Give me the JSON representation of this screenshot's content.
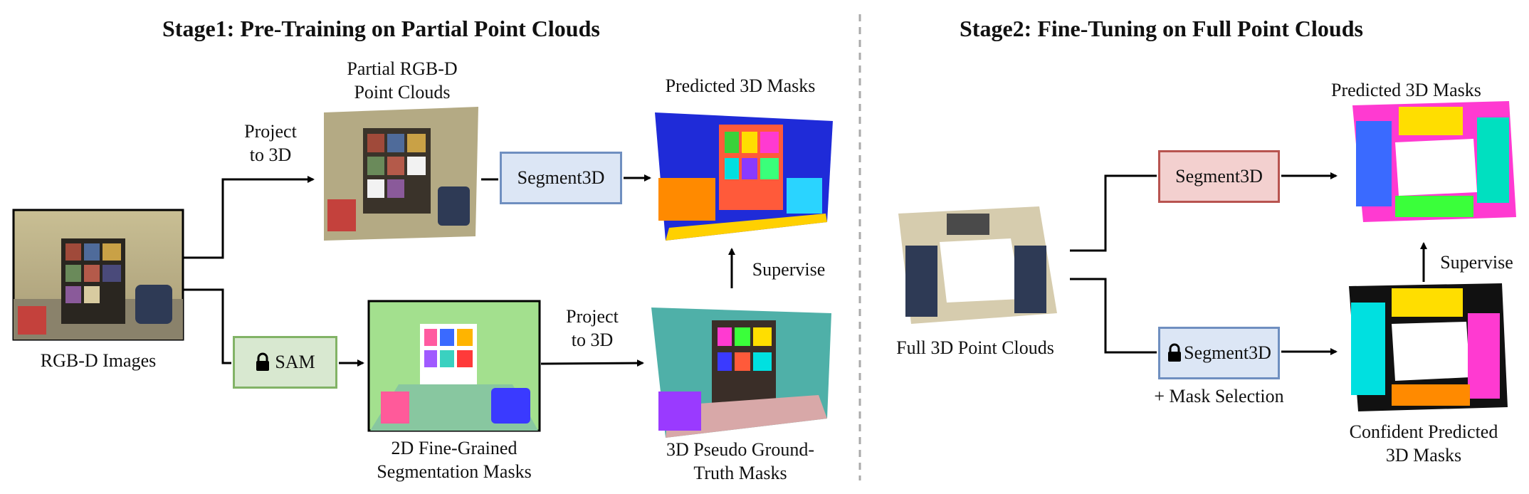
{
  "stage1": {
    "title": "Stage1: Pre-Training on Partial Point Clouds",
    "rgbd_images_label": "RGB-D Images",
    "project_label_top": [
      "Project",
      "to 3D"
    ],
    "partial_clouds_label": [
      "Partial RGB-D",
      "Point Clouds"
    ],
    "segment3d_label": "Segment3D",
    "predicted_masks_label": "Predicted 3D Masks",
    "supervise_label": "Supervise",
    "sam_label": "SAM",
    "fine_masks_label": [
      "2D Fine-Grained",
      "Segmentation Masks"
    ],
    "project_label_bottom": [
      "Project",
      "to 3D"
    ],
    "pseudo_gt_label": [
      "3D Pseudo Ground-",
      "Truth Masks"
    ]
  },
  "stage2": {
    "title": "Stage2: Fine-Tuning on Full Point Clouds",
    "full_clouds_label": "Full 3D Point Clouds",
    "segment3d_label": "Segment3D",
    "predicted_masks_label": "Predicted 3D Masks",
    "supervise_label": "Supervise",
    "frozen_segment3d_label": "Segment3D",
    "mask_selection_label": "+ Mask Selection",
    "confident_masks_label": [
      "Confident Predicted",
      "3D Masks"
    ]
  },
  "colors": {
    "segment3d_blue_fill": "#dce6f5",
    "segment3d_blue_border": "#6f8fc0",
    "segment3d_red_fill": "#f3d0cf",
    "segment3d_red_border": "#b85450",
    "sam_fill": "#d8e8d0",
    "sam_border": "#82b366",
    "divider": "#aaaaaa"
  },
  "icons": [
    "lock-icon",
    "arrow-icon"
  ]
}
